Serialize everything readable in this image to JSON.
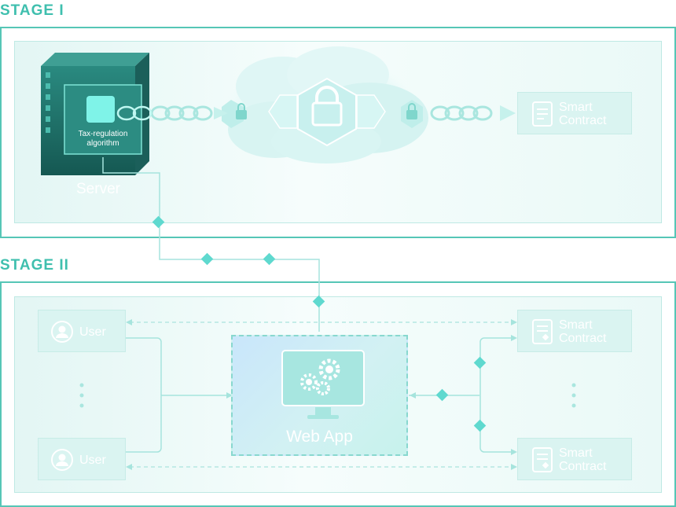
{
  "stage1": {
    "title": "STAGE I",
    "server_label": "Server",
    "algorithm_label_line1": "Tax-regulation",
    "algorithm_label_line2": "algorithm",
    "smart_contract_line1": "Smart",
    "smart_contract_line2": "Contract"
  },
  "stage2": {
    "title": "STAGE II",
    "user_top": "User",
    "user_bottom": "User",
    "webapp_label": "Web App",
    "contract_top_line1": "Smart",
    "contract_top_line2": "Contract",
    "contract_bottom_line1": "Smart",
    "contract_bottom_line2": "Contract"
  },
  "icons": [
    "server-cube-icon",
    "padlock-icon",
    "cloud-icon",
    "document-icon",
    "user-icon",
    "monitor-gears-icon",
    "diamond-node-icon",
    "chain-link-icon"
  ],
  "colors": {
    "accent": "#3fbfae",
    "frame": "#56c6b6",
    "server": "#1f6b66",
    "node": "#5fd9cf",
    "card": "#daf4f1"
  }
}
